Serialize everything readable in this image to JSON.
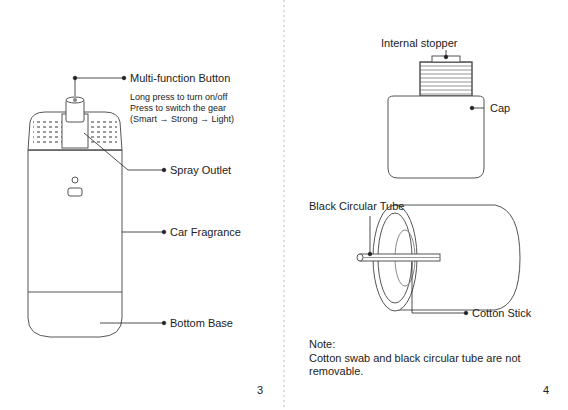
{
  "diagram": {
    "labels": [
      "Multi-function Button",
      "Long press to turn on/off",
      "Press to switch the gear",
      "(Smart → Strong → Light)",
      "Spray Outlet",
      "Car Fragrance",
      "Bottom Base",
      "3",
      "Internal stopper",
      "Cap",
      "Black Circular Tube",
      "Cotton Stick",
      "Note:",
      "Cotton swab and black circular tube are not removable.",
      "4"
    ]
  }
}
